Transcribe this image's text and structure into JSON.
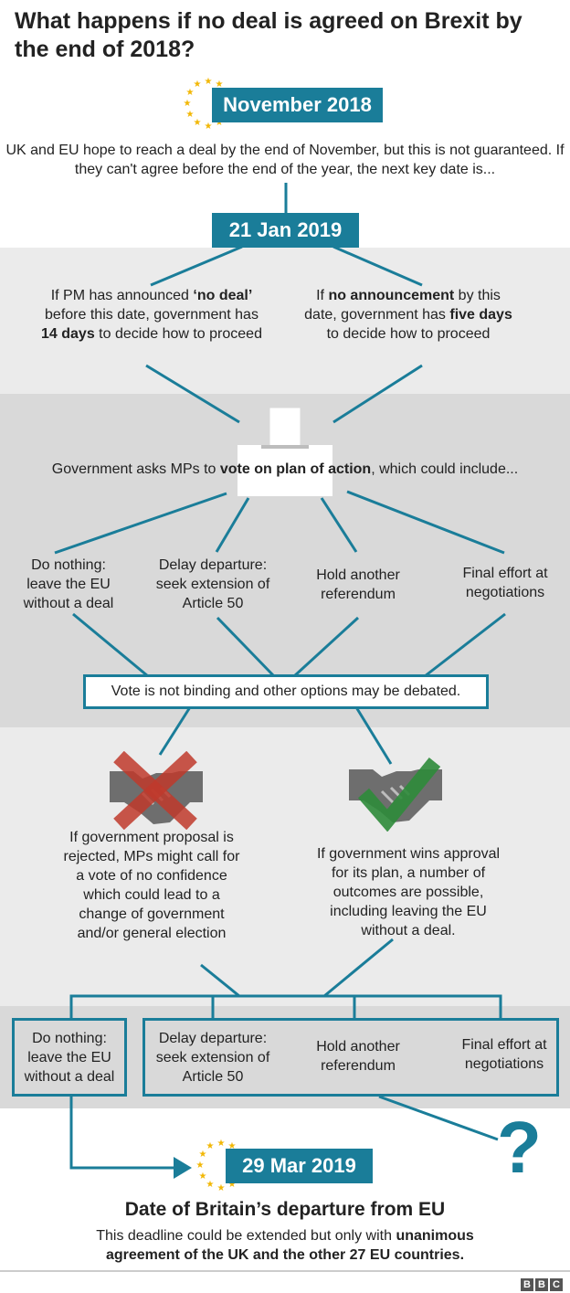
{
  "title": "What happens if no deal is agreed on Brexit by the end of 2018?",
  "dates": {
    "nov": "November 2018",
    "jan": "21 Jan 2019",
    "mar": "29 Mar 2019"
  },
  "intro": "UK and EU hope to reach a deal by the end of November, but this is not guaranteed. If they can't agree before the end of the year, the next key date is...",
  "branch_left": {
    "p1": "If PM has announced ",
    "b1": "‘no deal’",
    "p2": " before this date, government has ",
    "b2": "14 days",
    "p3": " to decide how to proceed"
  },
  "branch_right": {
    "p1": "If ",
    "b1": "no announcement",
    "p2": " by this date, government has ",
    "b2": "five days",
    "p3": " to decide how to proceed"
  },
  "vote": {
    "p1": "Government asks MPs to ",
    "b1": "vote on plan of action",
    "p2": ", which could include..."
  },
  "options": [
    "Do nothing: leave the EU without a deal",
    "Delay departure: seek extension of Article 50",
    "Hold another referendum",
    "Final effort at negotiations"
  ],
  "not_binding": "Vote is not binding and other options may be debated.",
  "rejected": "If government proposal is rejected, MPs might call for a vote of no confidence which could lead to a change of government and/or general election",
  "approved": "If government wins approval for its plan, a number of outcomes are possible, including leaving the EU without a deal.",
  "outcomes": [
    "Do nothing: leave the EU without a deal",
    "Delay departure: seek extension of Article 50",
    "Hold another referendum",
    "Final effort at negotiations"
  ],
  "question_mark": "?",
  "departure_heading": "Date of Britain’s departure from EU",
  "departure_note": {
    "p1": "This deadline could be extended but only with ",
    "b1": "unanimous agreement of the UK and the other 27 EU countries."
  },
  "logo": [
    "B",
    "B",
    "C"
  ],
  "colors": {
    "accent": "#1a7d99",
    "band_light": "#ebebeb",
    "band_dark": "#d9d9d9",
    "reject_red": "#c0392b",
    "approve_green": "#2e8b3a",
    "star_gold": "#f2b705"
  },
  "icons": [
    "eu-stars-icon",
    "ballot-box-icon",
    "handshake-cross-icon",
    "handshake-check-icon",
    "arrow-right-icon"
  ]
}
